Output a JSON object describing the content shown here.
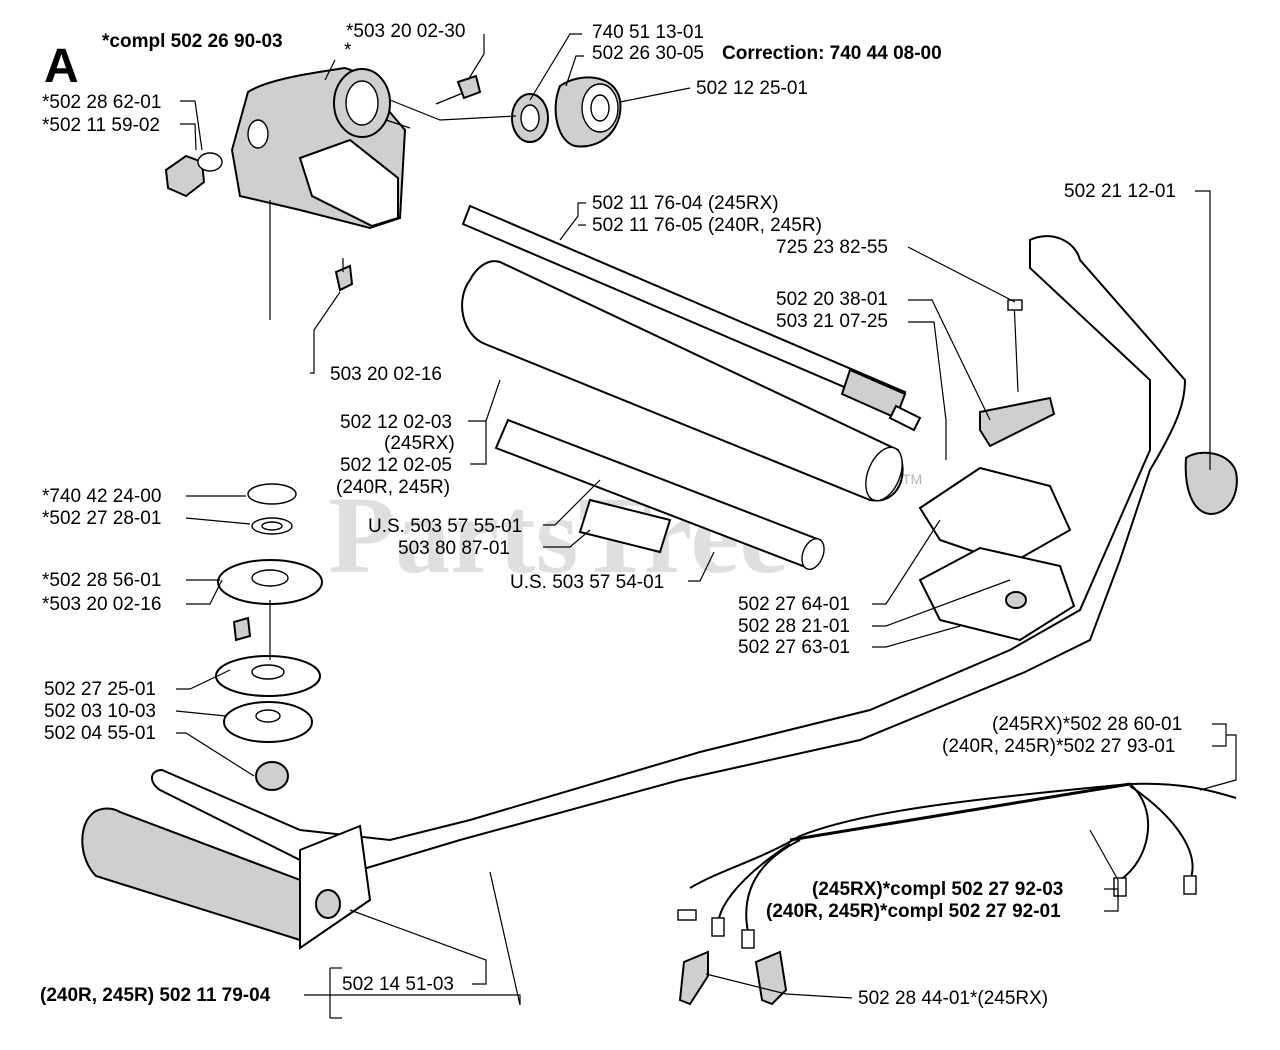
{
  "section_letter": "A",
  "watermark": "PartsTree",
  "watermark_tm": "TM",
  "labels": {
    "compl_housing": "*compl 502 26 90-03",
    "asterisk": "*",
    "p503200230": "*503 20 02-30",
    "p740511301": "740 51 13-01",
    "p502263005": "502 26 30-05",
    "correction": "Correction: 740 44 08-00",
    "p502122501": "502 12 25-01",
    "p502286201": "*502 28 62-01",
    "p502115902": "*502 11 59-02",
    "p502117604": "502 11 76-04 (245RX)",
    "p502117605": "502 11 76-05 (240R, 245R)",
    "p502211201": "502 21 12-01",
    "p725238255": "725 23 82-55",
    "p502203801": "502 20 38-01",
    "p503210725": "503 21 07-25",
    "p503200216a": "503 20 02-16",
    "p502120203": "502 12 02-03",
    "p245rx_a": "(245RX)",
    "p502120205": "502 12 02-05",
    "p240r245r_a": "(240R, 245R)",
    "p740422400": "*740 42 24-00",
    "p502272801": "*502 27 28-01",
    "us503575501": "U.S. 503 57 55-01",
    "p503808701": "503 80 87-01",
    "us503575401": "U.S. 503 57 54-01",
    "p502285601": "*502 28 56-01",
    "p503200216b": "*503 20 02-16",
    "p502276401": "502 27 64-01",
    "p502282101": "502 28 21-01",
    "p502276301": "502 27 63-01",
    "p502272501": "502 27 25-01",
    "p502031003": "502 03 10-03",
    "p502045501": "502 04 55-01",
    "p502286001": "(245RX)*502 28 60-01",
    "p502279301": "(240R, 245R)*502 27 93-01",
    "compl_harness_rx": "(245RX)*compl 502 27 92-03",
    "compl_harness_r": "(240R, 245R)*compl 502 27 92-01",
    "p502145103": "502 14 51-03",
    "p502117904": "(240R, 245R) 502 11 79-04",
    "p502284401": "502 28 44-01*(245RX)"
  }
}
